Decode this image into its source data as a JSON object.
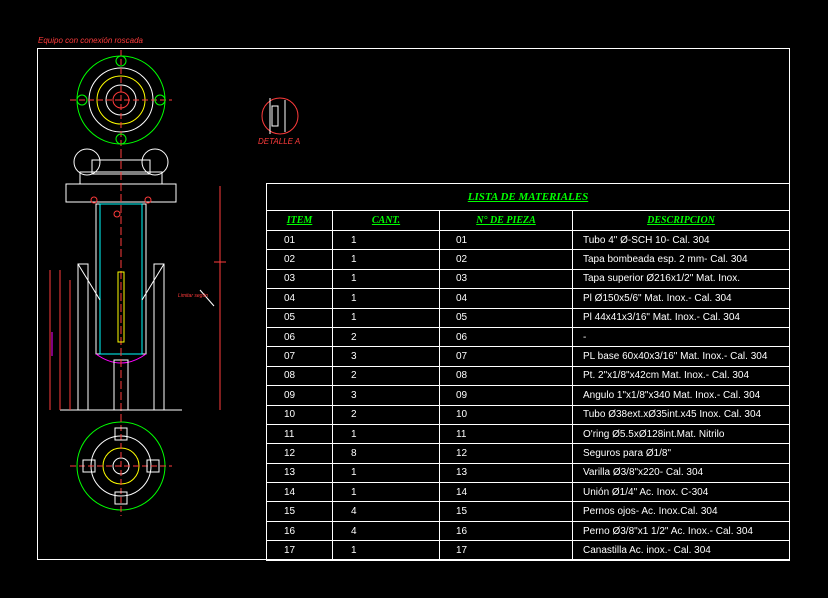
{
  "drawing": {
    "title": "Equipo con conexión roscada",
    "detail_label": "DETALLE A",
    "dimension_note": "Limitar según",
    "colors": {
      "background": "#000000",
      "outline": "#ffffff",
      "green": "#00ff00",
      "red": "#ff3b3b",
      "yellow": "#ffff00",
      "cyan": "#00ffff",
      "magenta": "#ff00ff"
    }
  },
  "materials": {
    "title": "LISTA DE MATERIALES",
    "headers": [
      "ITEM",
      "CANT.",
      "N° DE PIEZA",
      "DESCRIPCION"
    ],
    "rows": [
      {
        "item": "01",
        "cant": "1",
        "pieza": "01",
        "desc": "Tubo 4\" Ø-SCH 10- Cal. 304"
      },
      {
        "item": "02",
        "cant": "1",
        "pieza": "02",
        "desc": "Tapa bombeada esp. 2 mm- Cal. 304"
      },
      {
        "item": "03",
        "cant": "1",
        "pieza": "03",
        "desc": "Tapa superior Ø216x1/2\" Mat. Inox."
      },
      {
        "item": "04",
        "cant": "1",
        "pieza": "04",
        "desc": "Pl Ø150x5/6\" Mat. Inox.- Cal. 304"
      },
      {
        "item": "05",
        "cant": "1",
        "pieza": "05",
        "desc": "Pl 44x41x3/16\" Mat. Inox.- Cal. 304"
      },
      {
        "item": "06",
        "cant": "2",
        "pieza": "06",
        "desc": "-"
      },
      {
        "item": "07",
        "cant": "3",
        "pieza": "07",
        "desc": "PL base 60x40x3/16\" Mat. Inox.- Cal. 304"
      },
      {
        "item": "08",
        "cant": "2",
        "pieza": "08",
        "desc": "Pt. 2\"x1/8\"x42cm Mat. Inox.- Cal. 304"
      },
      {
        "item": "09",
        "cant": "3",
        "pieza": "09",
        "desc": "Angulo 1\"x1/8\"x340 Mat. Inox.- Cal. 304"
      },
      {
        "item": "10",
        "cant": "2",
        "pieza": "10",
        "desc": "Tubo Ø38ext.xØ35int.x45 Inox. Cal. 304"
      },
      {
        "item": "11",
        "cant": "1",
        "pieza": "11",
        "desc": "O'ring Ø5.5xØ128int.Mat. Nitrilo"
      },
      {
        "item": "12",
        "cant": "8",
        "pieza": "12",
        "desc": "Seguros para Ø1/8\""
      },
      {
        "item": "13",
        "cant": "1",
        "pieza": "13",
        "desc": "Varilla Ø3/8\"x220- Cal. 304"
      },
      {
        "item": "14",
        "cant": "1",
        "pieza": "14",
        "desc": "Unión Ø1/4\" Ac. Inox. C-304"
      },
      {
        "item": "15",
        "cant": "4",
        "pieza": "15",
        "desc": "Pernos ojos- Ac. Inox.Cal. 304"
      },
      {
        "item": "16",
        "cant": "4",
        "pieza": "16",
        "desc": "Perno Ø3/8\"x1 1/2\" Ac. Inox.- Cal. 304"
      },
      {
        "item": "17",
        "cant": "1",
        "pieza": "17",
        "desc": "Canastilla Ac. inox.- Cal. 304"
      }
    ]
  }
}
